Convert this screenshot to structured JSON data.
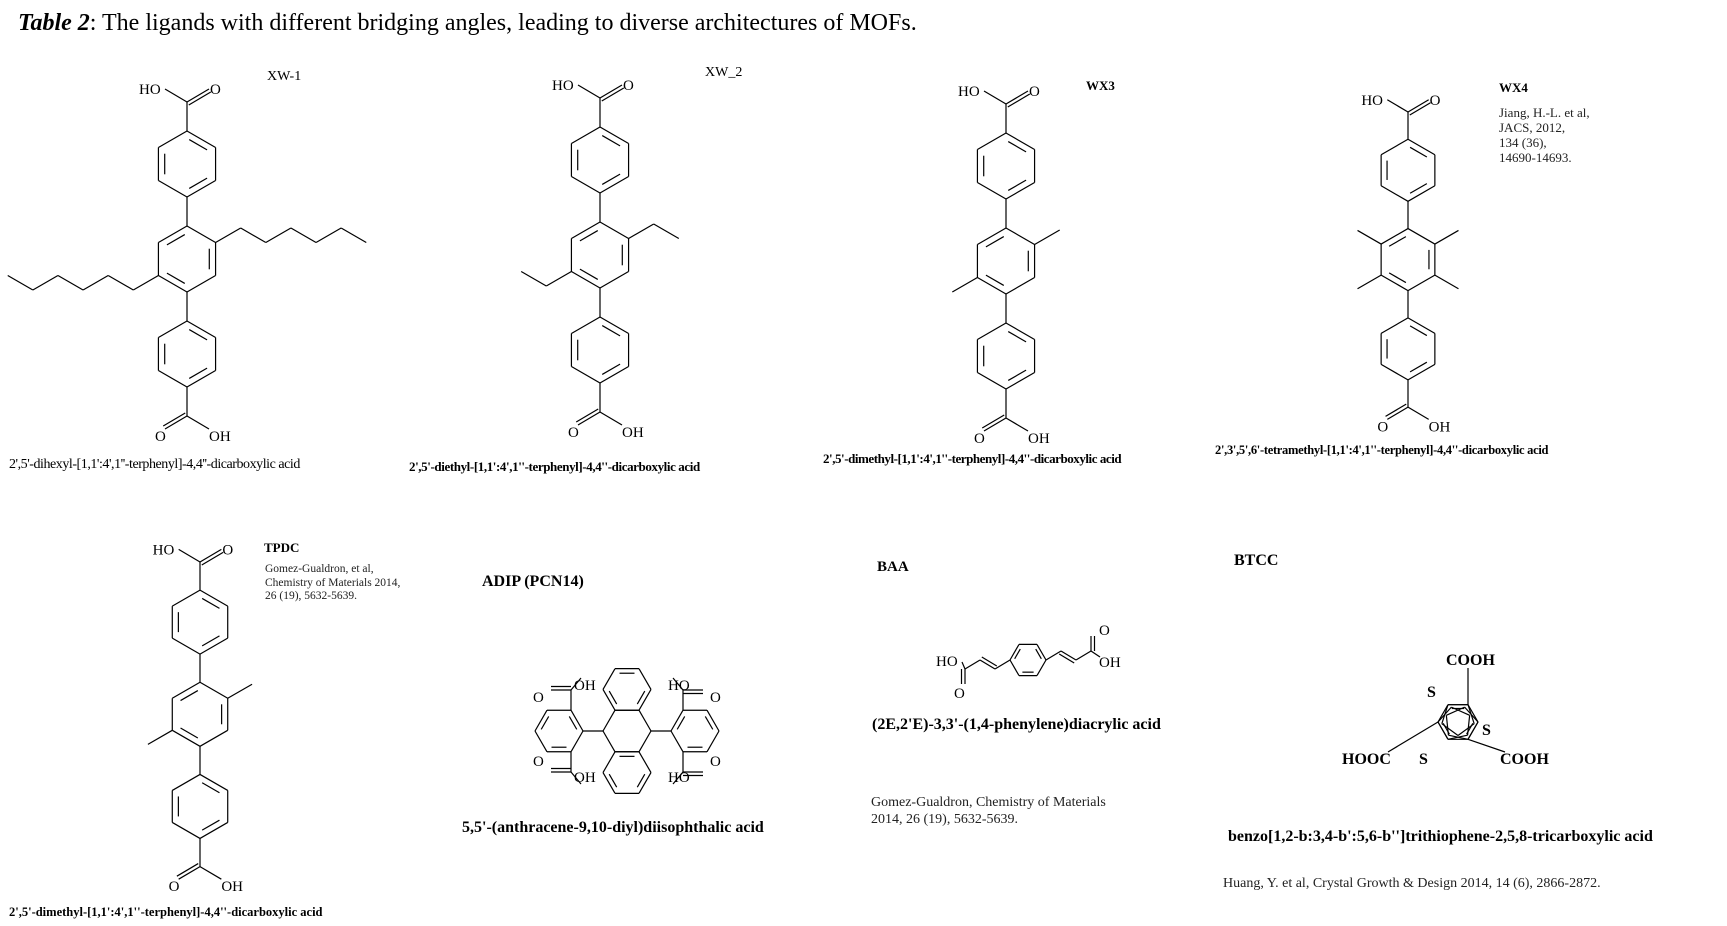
{
  "title": {
    "label": "Table 2",
    "text": ": The ligands with different bridging angles, leading to diverse architectures of MOFs."
  },
  "atoms": {
    "ho": "HO",
    "o": "O",
    "oh": "OH",
    "s": "S",
    "cooh": "COOH",
    "hooc": "HOOC"
  },
  "ligands": {
    "xw1": {
      "name": "XW-1",
      "caption": "2',5'-dihexyl-[1,1':4',1''-terphenyl]-4,4''-dicarboxylic acid"
    },
    "xw2": {
      "name": "XW_2",
      "caption": "2',5'-diethyl-[1,1':4',1''-terphenyl]-4,4''-dicarboxylic acid"
    },
    "wx3": {
      "name": "WX3",
      "caption": "2',5'-dimethyl-[1,1':4',1''-terphenyl]-4,4''-dicarboxylic acid"
    },
    "wx4": {
      "name": "WX4",
      "ref": [
        "Jiang, H.-L. et al,",
        "JACS, 2012,",
        "134 (36),",
        "14690-14693."
      ],
      "caption": "2',3',5',6'-tetramethyl-[1,1':4',1''-terphenyl]-4,4''-dicarboxylic acid"
    },
    "tpdc": {
      "name": "TPDC",
      "ref": [
        "Gomez-Gualdron, et al,",
        "Chemistry of Materials 2014,",
        "26 (19), 5632-5639."
      ],
      "caption": "2',5'-dimethyl-[1,1':4',1''-terphenyl]-4,4''-dicarboxylic acid"
    },
    "adip": {
      "name": "ADIP (PCN14)",
      "caption": "5,5'-(anthracene-9,10-diyl)diisophthalic acid"
    },
    "baa": {
      "name": "BAA",
      "caption": "(2E,2'E)-3,3'-(1,4-phenylene)diacrylic acid",
      "ref": [
        "Gomez-Gualdron, Chemistry of Materials",
        "2014, 26 (19), 5632-5639."
      ]
    },
    "btcc": {
      "name": "BTCC",
      "caption": "benzo[1,2-b:3,4-b':5,6-b'']trithiophene-2,5,8-tricarboxylic acid",
      "ref": "Huang, Y. et al, Crystal Growth & Design 2014, 14 (6), 2866-2872."
    }
  }
}
